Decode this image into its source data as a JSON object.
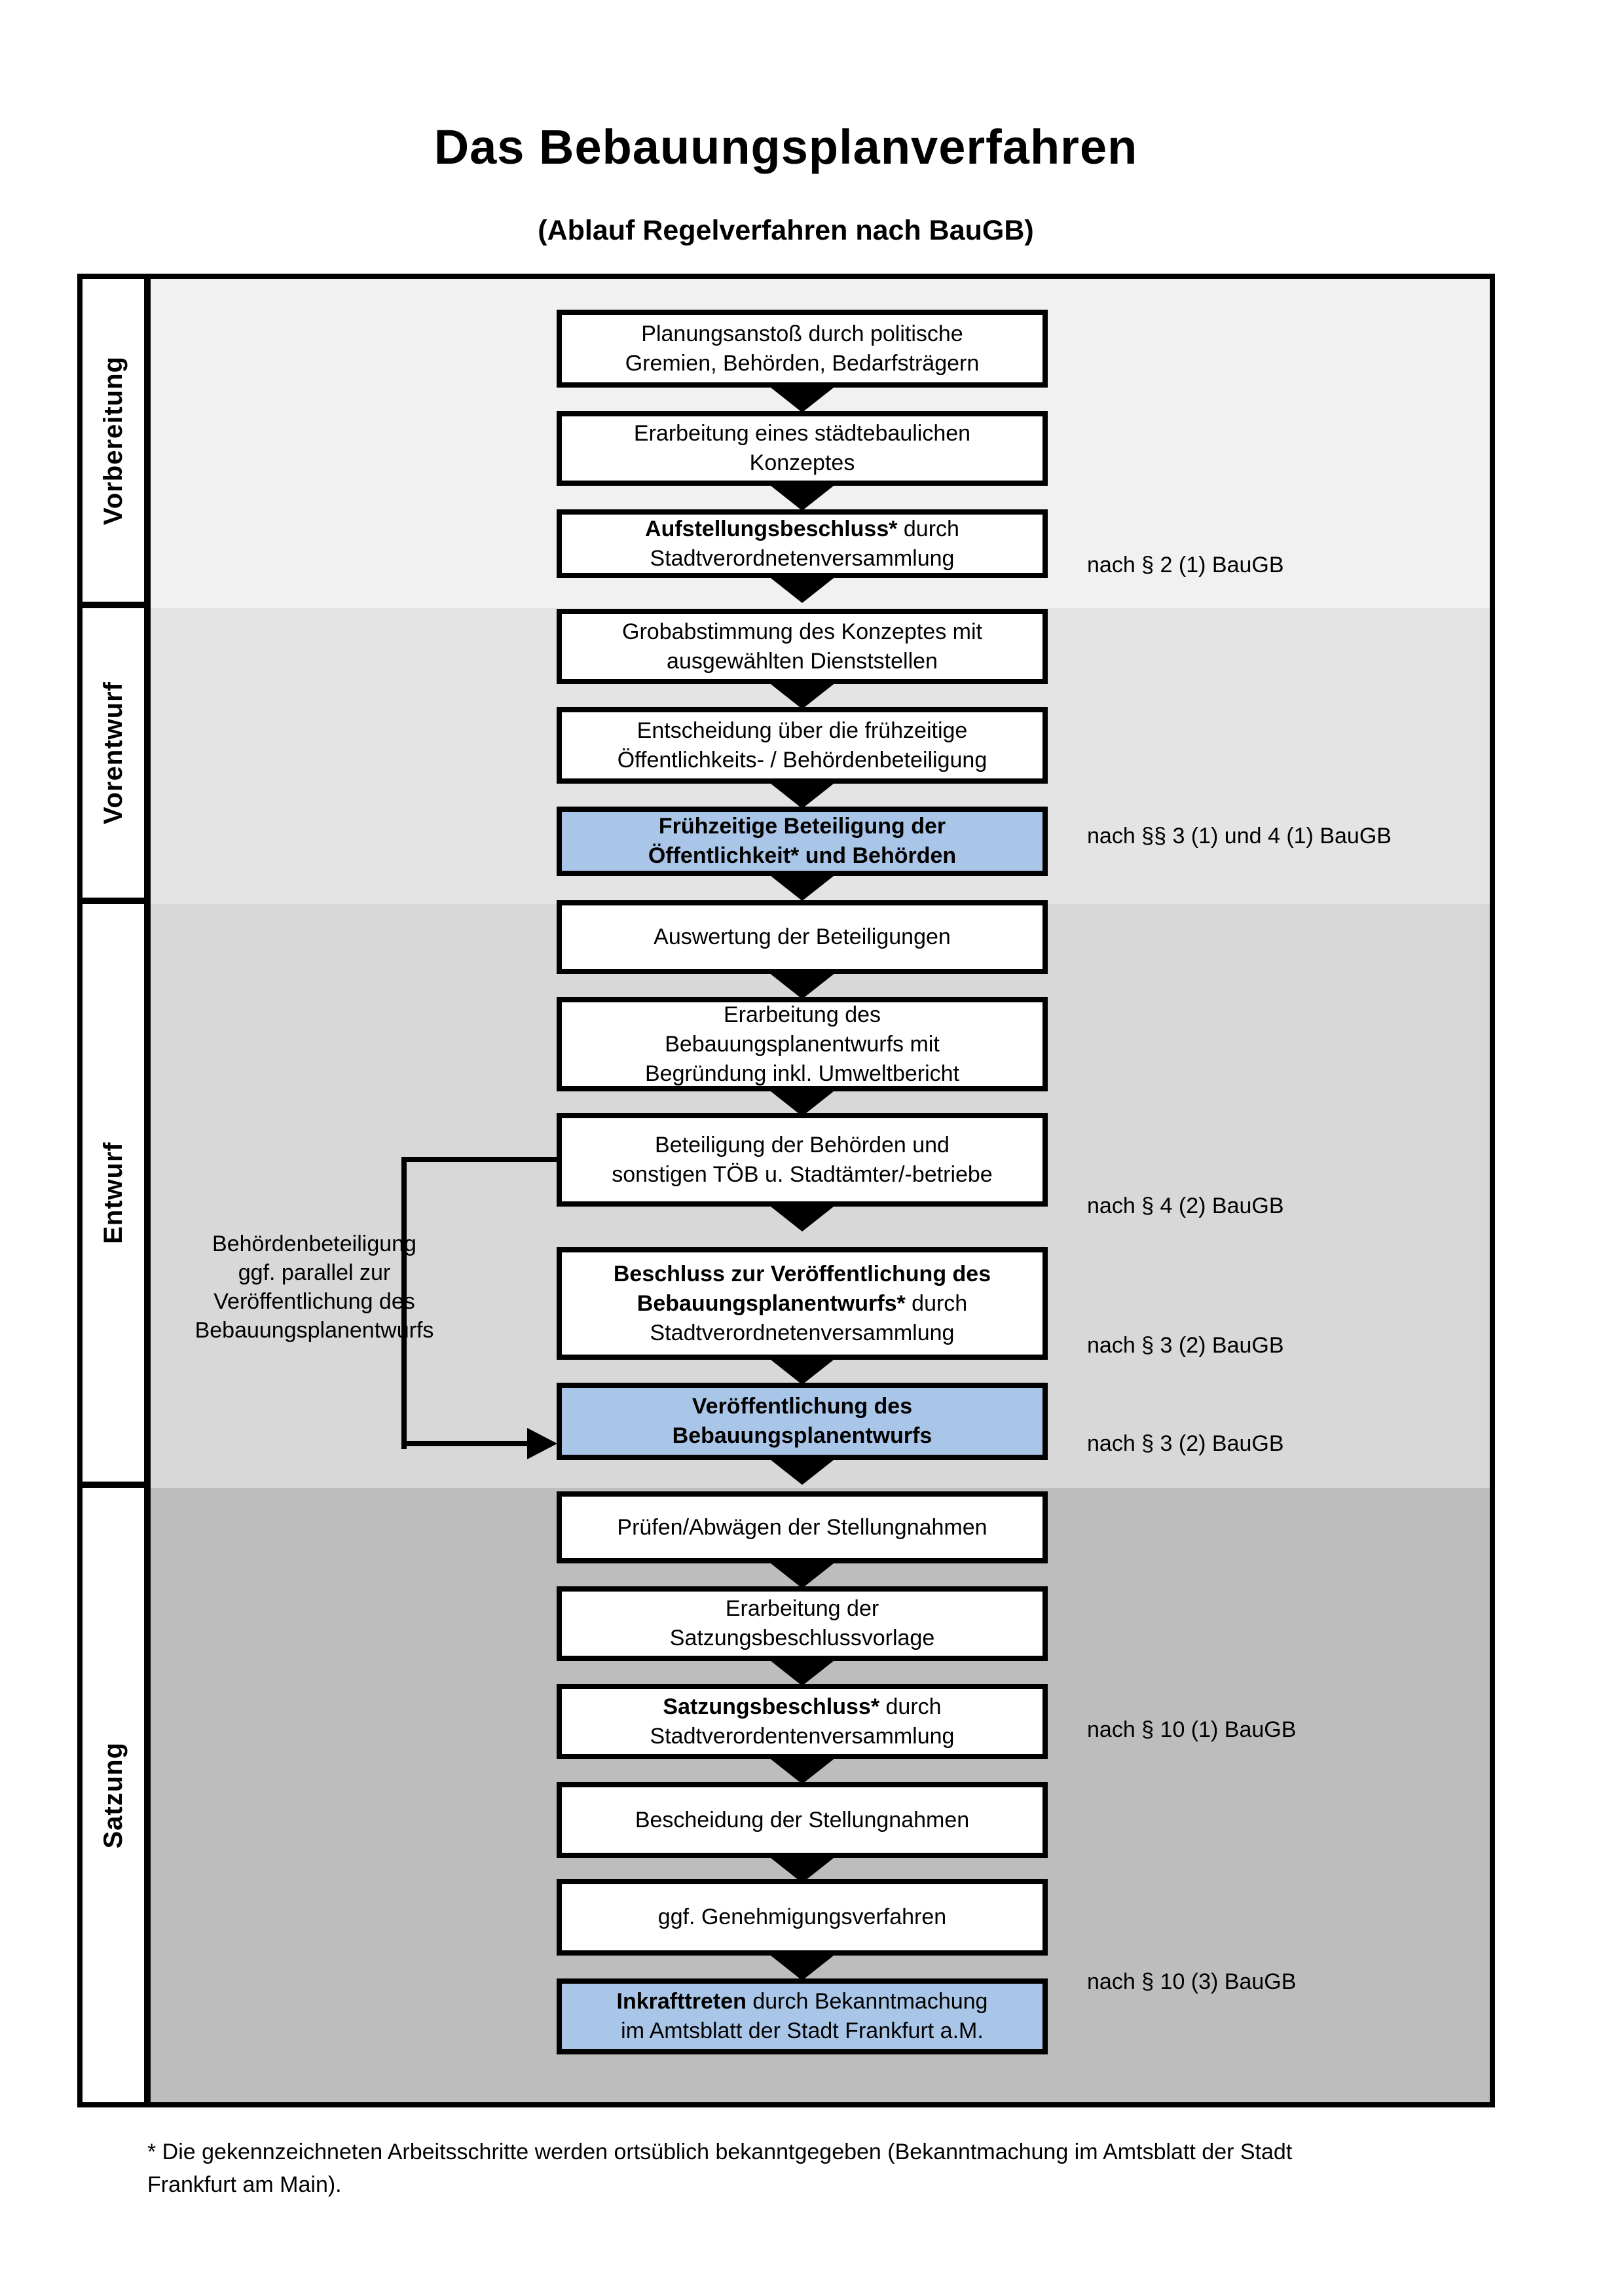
{
  "page": {
    "title": "Das Bebauungsplanverfahren",
    "subtitle": "(Ablauf Regelverfahren nach BauGB)"
  },
  "phases": [
    {
      "label": "Vorbereitung"
    },
    {
      "label": "Vorentwurf"
    },
    {
      "label": "Entwurf"
    },
    {
      "label": "Satzung"
    }
  ],
  "steps": [
    {
      "bold": "",
      "text": "Planungsanstoß durch politische\nGremien, Behörden, Bedarfsträgern",
      "highlight": false
    },
    {
      "bold": "",
      "text": "Erarbeitung eines städtebaulichen\nKonzeptes",
      "highlight": false
    },
    {
      "bold": "Aufstellungsbeschluss*",
      "text": " durch\nStadtverordnetenversammlung",
      "highlight": false
    },
    {
      "bold": "",
      "text": "Grobabstimmung des Konzeptes mit\nausgewählten Dienststellen",
      "highlight": false
    },
    {
      "bold": "",
      "text": "Entscheidung über die frühzeitige\nÖffentlichkeits- / Behördenbeteiligung",
      "highlight": false
    },
    {
      "bold": "Frühzeitige Beteiligung der\nÖffentlichkeit* und Behörden",
      "text": "",
      "highlight": true
    },
    {
      "bold": "",
      "text": "Auswertung der Beteiligungen",
      "highlight": false
    },
    {
      "bold": "",
      "text": "Erarbeitung des\nBebauungsplanentwurfs mit\nBegründung inkl. Umweltbericht",
      "highlight": false
    },
    {
      "bold": "",
      "text": "Beteiligung der Behörden und\nsonstigen TÖB u. Stadtämter/-betriebe",
      "highlight": false
    },
    {
      "bold": "Beschluss zur Veröffentlichung des\nBebauungsplanentwurfs*",
      "text": " durch\nStadtverordnetenversammlung",
      "highlight": false
    },
    {
      "bold": "Veröffentlichung des\nBebauungsplanentwurfs",
      "text": "",
      "highlight": true
    },
    {
      "bold": "",
      "text": "Prüfen/Abwägen der Stellungnahmen",
      "highlight": false
    },
    {
      "bold": "",
      "text": "Erarbeitung der\nSatzungsbeschlussvorlage",
      "highlight": false
    },
    {
      "bold": "Satzungsbeschluss*",
      "text": " durch\nStadtverordentenversammlung",
      "highlight": false
    },
    {
      "bold": "",
      "text": "Bescheidung der Stellungnahmen",
      "highlight": false
    },
    {
      "bold": "",
      "text": "ggf. Genehmigungsverfahren",
      "highlight": false
    },
    {
      "bold": "Inkrafttreten",
      "text": " durch Bekanntmachung\nim Amtsblatt der Stadt Frankfurt a.M.",
      "highlight": true
    }
  ],
  "references": [
    "nach § 2 (1) BauGB",
    "nach §§ 3 (1) und 4 (1) BauGB",
    "nach § 4 (2) BauGB",
    "nach § 3 (2) BauGB",
    "nach § 3 (2) BauGB",
    "nach § 10 (1) BauGB",
    "nach § 10 (3) BauGB"
  ],
  "annotation": "Behördenbeteiligung\nggf. parallel zur\nVeröffentlichung des\nBebauungsplanentwurfs",
  "footnote": "* Die gekennzeichneten Arbeitsschritte werden ortsüblich bekanntgegeben (Bekanntmachung im Amtsblatt  der Stadt\nFrankfurt am Main).",
  "colors": {
    "highlight": "#A9C6E8",
    "section-1": "#F1F1F1",
    "section-2": "#E4E4E4",
    "section-3": "#D8D8D8",
    "section-4": "#BDBDBD"
  }
}
